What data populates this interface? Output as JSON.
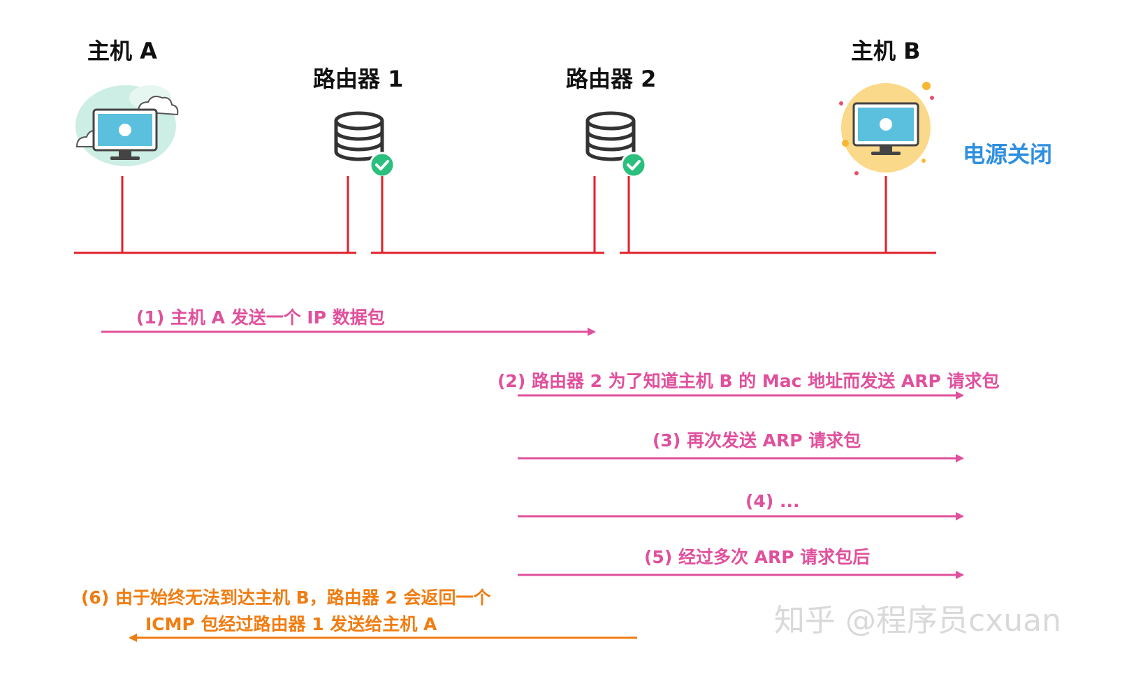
{
  "colors": {
    "network_line": "#e0202a",
    "message_arrow": "#e0509c",
    "return_arrow": "#f07d12",
    "power_off_text": "#2f8fe0",
    "check_badge": "#2bbf7d"
  },
  "nodes": {
    "host_a": {
      "title": "主机 A",
      "icon": "computer-icon"
    },
    "router_1": {
      "title": "路由器 1",
      "icon": "router-database-icon"
    },
    "router_2": {
      "title": "路由器 2",
      "icon": "router-database-icon"
    },
    "host_b": {
      "title": "主机 B",
      "icon": "computer-icon",
      "status": "电源关闭"
    }
  },
  "messages": [
    {
      "text": "(1) 主机 A 发送一个 IP 数据包"
    },
    {
      "text": "(2) 路由器 2 为了知道主机 B 的 Mac 地址而发送 ARP 请求包"
    },
    {
      "text": "(3) 再次发送 ARP 请求包"
    },
    {
      "text": "(4) ..."
    },
    {
      "text": "(5) 经过多次 ARP 请求包后"
    },
    {
      "text_line1": "(6) 由于始终无法到达主机 B，路由器 2 会返回一个",
      "text_line2": "ICMP 包经过路由器 1 发送给主机 A"
    }
  ],
  "watermark": "知乎 @程序员cxuan"
}
